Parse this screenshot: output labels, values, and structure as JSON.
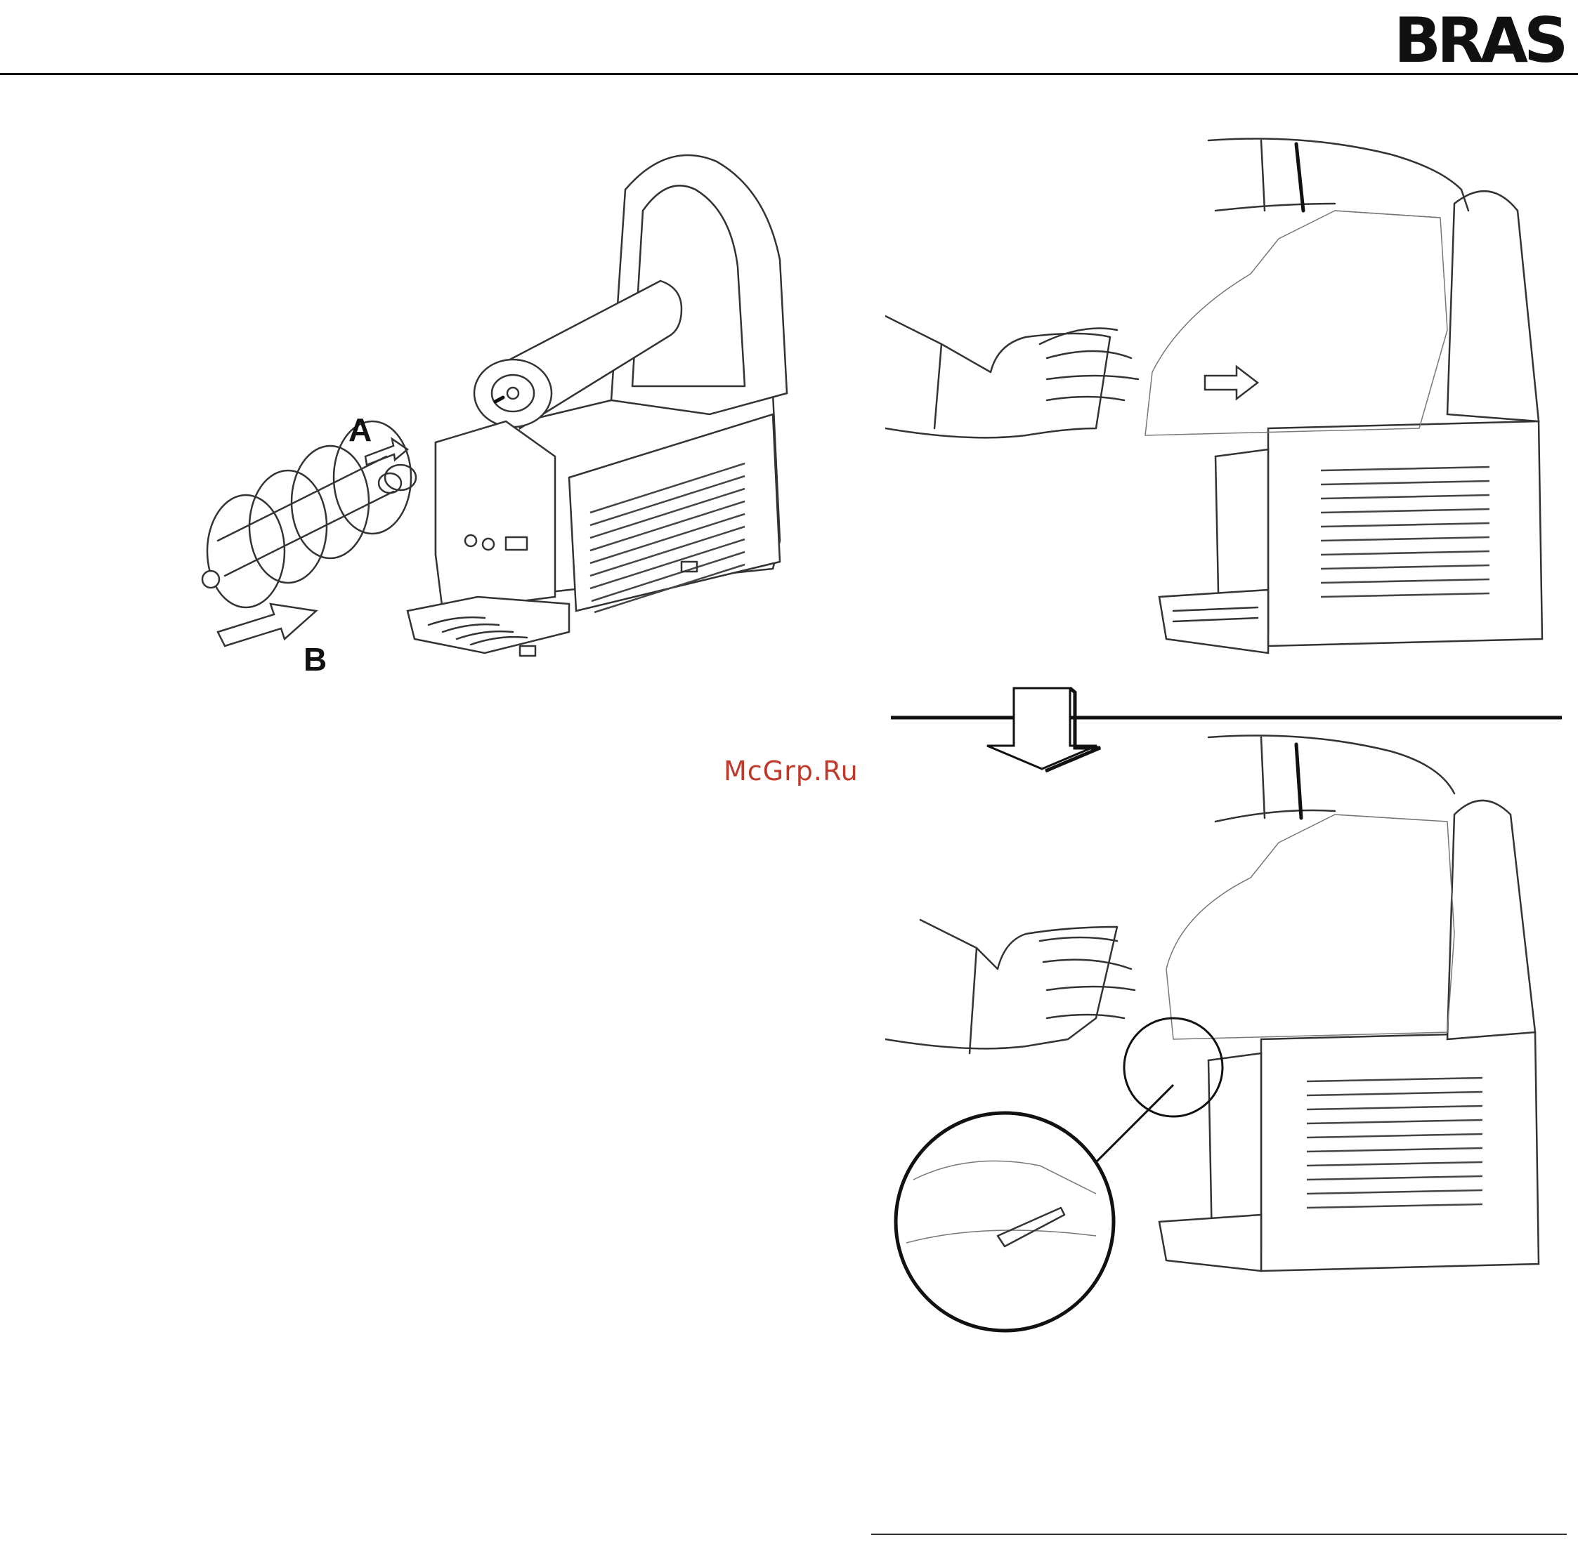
{
  "header": {
    "brand": "BRAS"
  },
  "figure_left": {
    "label_a": "A",
    "label_b": "B"
  },
  "watermark": {
    "text": "McGrp.Ru"
  }
}
